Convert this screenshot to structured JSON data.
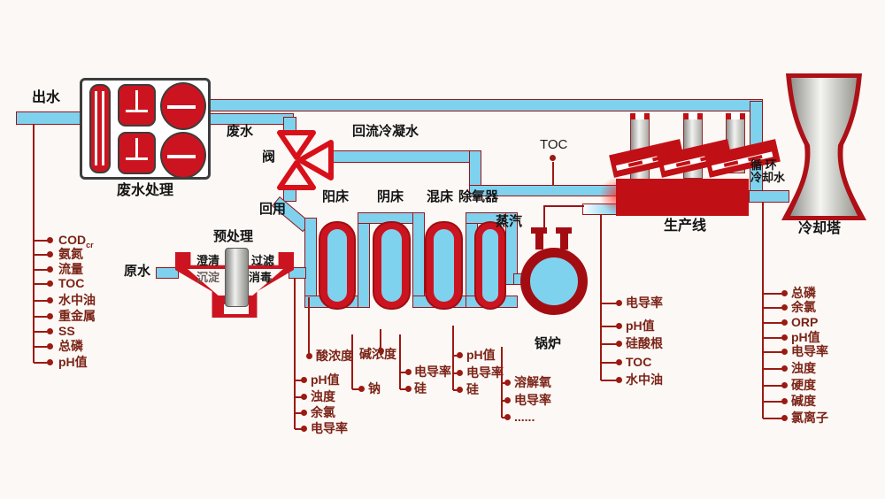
{
  "labels": {
    "outflow": "出水",
    "wastewater_treatment": "废水处理",
    "wastewater": "废水",
    "valve": "阀",
    "return_condensate": "回流冷凝水",
    "reuse": "回用",
    "toc_mid": "TOC",
    "pretreatment": "预处理",
    "clarify": "澄清",
    "filter": "过滤",
    "sediment": "沉淀",
    "disinfect": "消毒",
    "raw_water": "原水",
    "cation_bed": "阳床",
    "anion_bed": "阴床",
    "mixed_bed": "混床",
    "deaerator": "除氧器",
    "steam": "蒸汽",
    "boiler": "锅炉",
    "production_line": "生产线",
    "cooling_tower": "冷却塔",
    "circulating_line1": "循 环",
    "circulating_line2": "冷却水"
  },
  "measure_groups": {
    "left": [
      {
        "t": "COD",
        "sub": "cr"
      },
      "氨氮",
      "流量",
      "TOC",
      "水中油",
      "重金属",
      "SS",
      "总磷",
      "pH值"
    ],
    "acid": [
      "酸浓度"
    ],
    "feed": [
      "pH值",
      "浊度",
      "余氯",
      "电导率"
    ],
    "alkali": [
      "碱浓度"
    ],
    "sodium": [
      "钠"
    ],
    "mixed": [
      "电导率",
      "硅"
    ],
    "deaer": [
      "pH值",
      "电导率",
      "硅"
    ],
    "boiler": [
      "溶解氧",
      "电导率",
      "......"
    ],
    "condensate": [
      "电导率",
      "pH值",
      "硅酸根",
      "TOC",
      "水中油"
    ],
    "cooling": [
      "总磷",
      "余氯",
      "ORP",
      "pH值",
      "电导率",
      "浊度",
      "硬度",
      "碱度",
      "氯离子"
    ]
  },
  "colors": {
    "bg": "#fcf8f5",
    "pipe": "#7fd2ee",
    "pipe_edge": "#9a1418",
    "red": "#cc1420",
    "dark_red": "#a30d12",
    "stem": "#9b1a12",
    "measure_text": "#7b2418",
    "text": "#141414"
  }
}
